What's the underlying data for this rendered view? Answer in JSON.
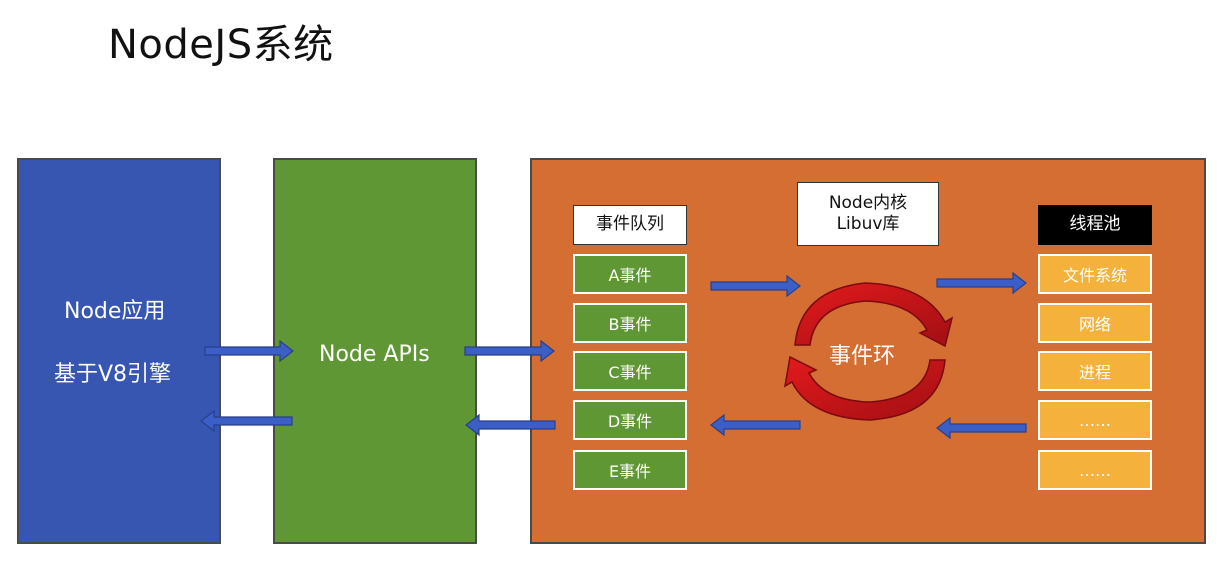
{
  "title": "NodeJS系统",
  "node_app": {
    "line1": "Node应用",
    "line2": "基于V8引擎"
  },
  "node_apis": {
    "label": "Node APIs"
  },
  "libuv": {
    "core_label_line1": "Node内核",
    "core_label_line2": "Libuv库",
    "event_loop": "事件环"
  },
  "event_queue": {
    "title": "事件队列",
    "items": [
      "A事件",
      "B事件",
      "C事件",
      "D事件",
      "E事件"
    ]
  },
  "thread_pool": {
    "title": "线程池",
    "items": [
      "文件系统",
      "网络",
      "进程",
      "……",
      "……"
    ]
  },
  "colors": {
    "node_app": "#3656b1",
    "node_apis": "#609735",
    "libuv": "#d56e32",
    "event_item": "#609735",
    "thread_item": "#f4b13c",
    "arrow": "#3b5fc7",
    "loop_arrow": "#c8161d"
  }
}
